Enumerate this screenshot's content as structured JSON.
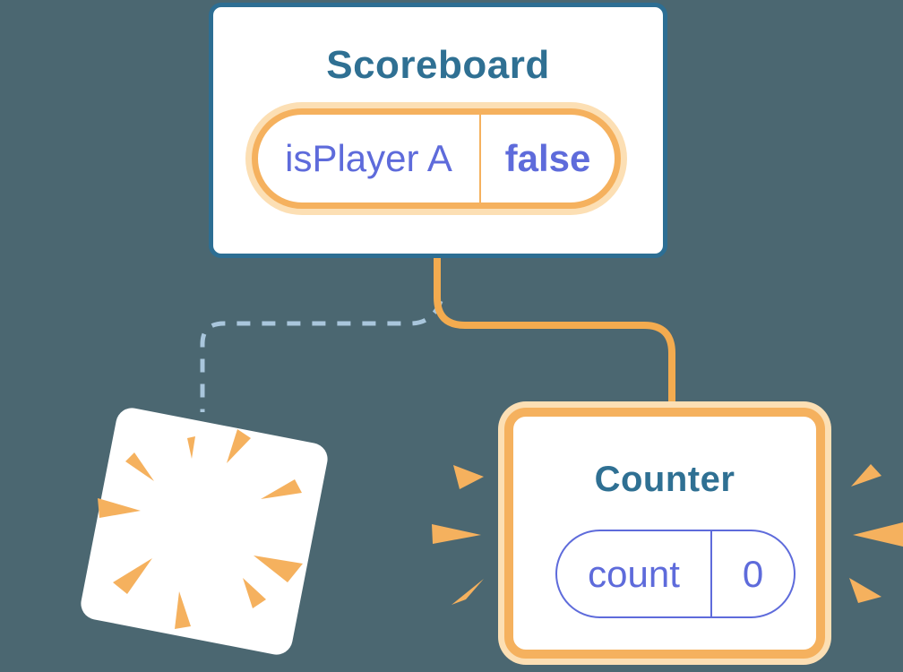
{
  "diagram": {
    "description": "Component tree state diagram: Scoreboard keeps state, old branch pops away, new Counter is created"
  },
  "scoreboard": {
    "title": "Scoreboard",
    "state": {
      "name": "isPlayer A",
      "value": "false"
    }
  },
  "counter": {
    "title": "Counter",
    "state": {
      "name": "count",
      "value": "0"
    }
  },
  "icons": {
    "sparkles": "sparkles-icon",
    "poof_rays": "poof-rays-icon",
    "emphasis_rays": "emphasis-rays-icon",
    "solid_connector": "solid-connector-line",
    "dashed_connector": "dashed-connector-line"
  },
  "colors": {
    "background": "#4b6771",
    "scoreboard_border": "#2d6e93",
    "title_text": "#2f7093",
    "orange": "#f5b15e",
    "orange_connector": "#f3ab4f",
    "orange_light_ring": "#fcdfb4",
    "purple": "#5e6bdb",
    "dashed_line": "#a9c6dc",
    "card_background": "#ffffff"
  }
}
